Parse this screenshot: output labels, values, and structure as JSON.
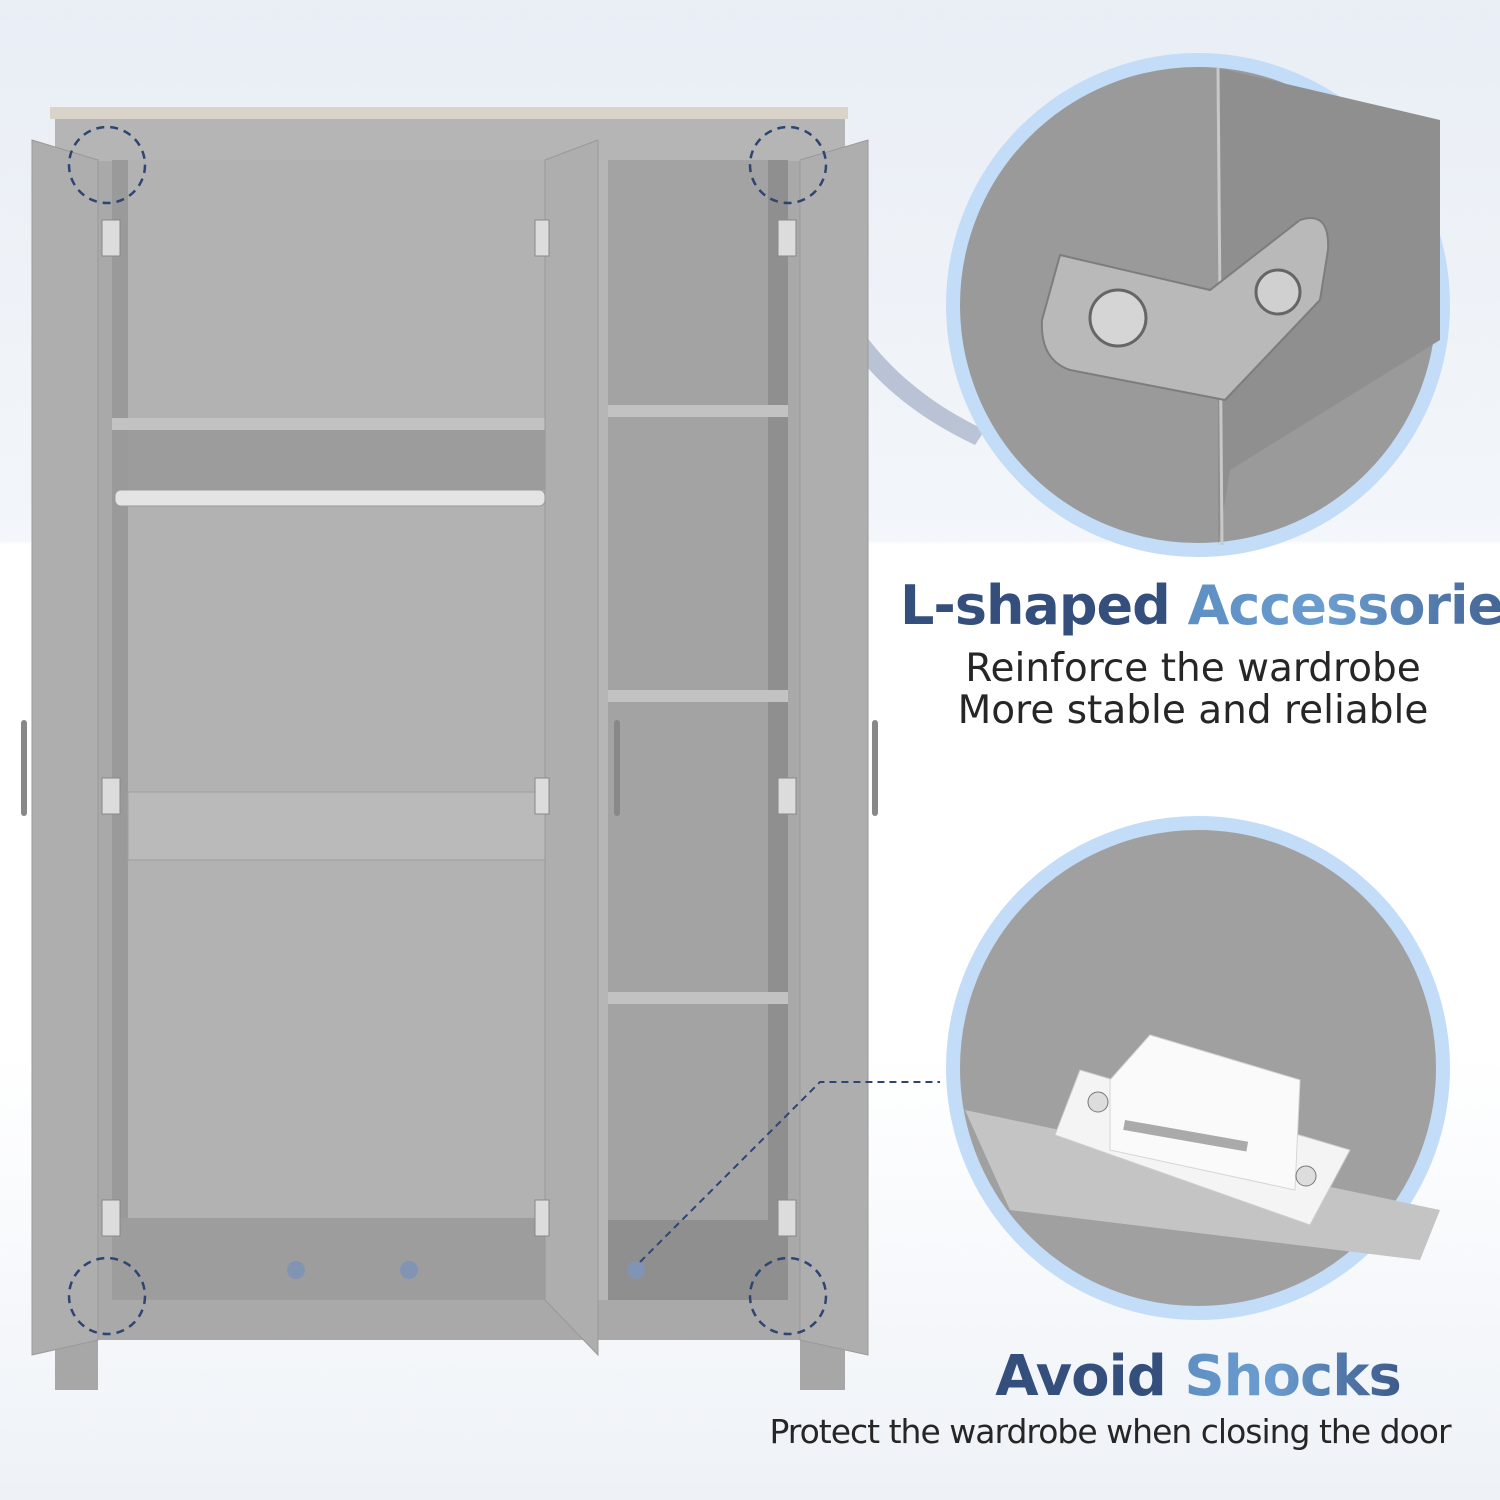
{
  "feature_1": {
    "title_part1": "L-shaped",
    "title_part2": "Accessories",
    "line1": "Reinforce the wardrobe",
    "line2": "More stable and reliable"
  },
  "feature_2": {
    "title_part1": "Avoid",
    "title_part2": "Shocks",
    "line1": "Protect the wardrobe when closing the door"
  },
  "colors": {
    "navy": "#354f7d",
    "accent_blue": "#6b9dd0",
    "circle_border": "#c3dcf8",
    "cabinet_gray": "#a9a9a9",
    "wood_top": "#d9d3ca"
  }
}
